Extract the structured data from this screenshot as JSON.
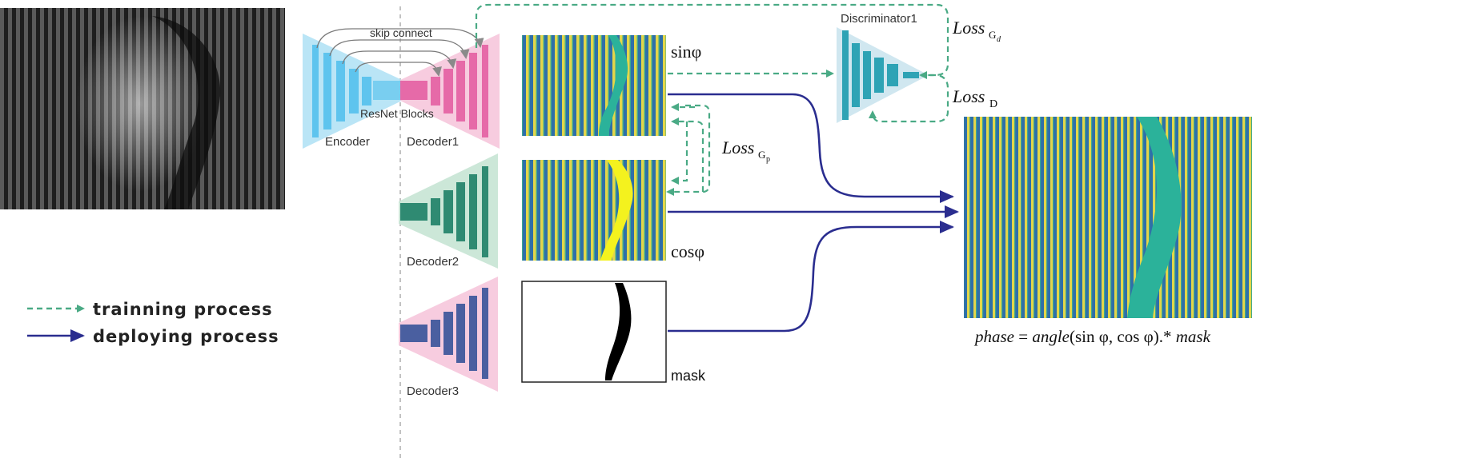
{
  "labels": {
    "skip_connect": "skip connect",
    "resnet_blocks": "ResNet Blocks",
    "encoder": "Encoder",
    "decoder1": "Decoder1",
    "decoder2": "Decoder2",
    "decoder3": "Decoder3",
    "discriminator": "Discriminator1",
    "sin_label": "sinφ",
    "cos_label": "cosφ",
    "mask_label": "mask"
  },
  "losses": {
    "loss_gd": {
      "main": "Loss",
      "sub": "G",
      "subsub": "d"
    },
    "loss_d": {
      "main": "Loss",
      "sub": "D"
    },
    "loss_gp": {
      "main": "Loss",
      "sub": "G",
      "subsub": "p"
    }
  },
  "formula": {
    "lhs": "phase",
    "eq": " = ",
    "fn": "angle",
    "args": "(sin φ, cos φ).* ",
    "mask": "mask"
  },
  "legend": {
    "training": "trainning process",
    "deploying": "deploying process"
  },
  "colors": {
    "encoder": "#aee0f5",
    "encoder_bar": "#5ec4ee",
    "decoder1": "#f6c6dc",
    "decoder1_bar": "#e66aa8",
    "decoder2": "#c9e6d6",
    "decoder2_bar": "#2f8a72",
    "decoder3": "#f6c6dc",
    "decoder3_bar": "#4a5fa0",
    "discriminator": "#cde6ef",
    "discriminator_bar": "#2ea3b5",
    "training_arrow": "#4aaa85",
    "deploy_arrow": "#2a2d8f",
    "phase_blue": "#2f6fa8",
    "phase_yellow": "#e3d64a",
    "phase_band": "#2bb29a"
  }
}
